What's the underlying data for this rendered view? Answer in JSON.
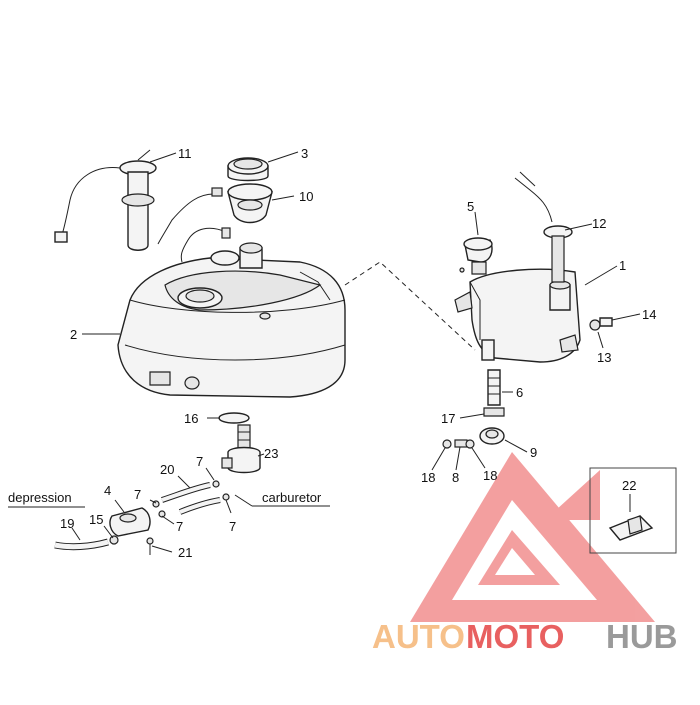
{
  "callouts": {
    "c1": "1",
    "c2": "2",
    "c3": "3",
    "c4": "4",
    "c5": "5",
    "c6": "6",
    "c7a": "7",
    "c7b": "7",
    "c7c": "7",
    "c7d": "7",
    "c8": "8",
    "c9": "9",
    "c10": "10",
    "c11": "11",
    "c12": "12",
    "c13": "13",
    "c14": "14",
    "c15": "15",
    "c16": "16",
    "c17": "17",
    "c18a": "18",
    "c18b": "18",
    "c19": "19",
    "c20": "20",
    "c21": "21",
    "c22": "22",
    "c23": "23"
  },
  "captions": {
    "depression": "depression",
    "carburetor": "carburetor"
  },
  "watermark": {
    "part1": "AUTO",
    "part2": "MOTO",
    "part3": "HUB",
    "color_light": "#f6c08a",
    "color_red": "#e86060",
    "color_gray": "#9a9a9a"
  }
}
